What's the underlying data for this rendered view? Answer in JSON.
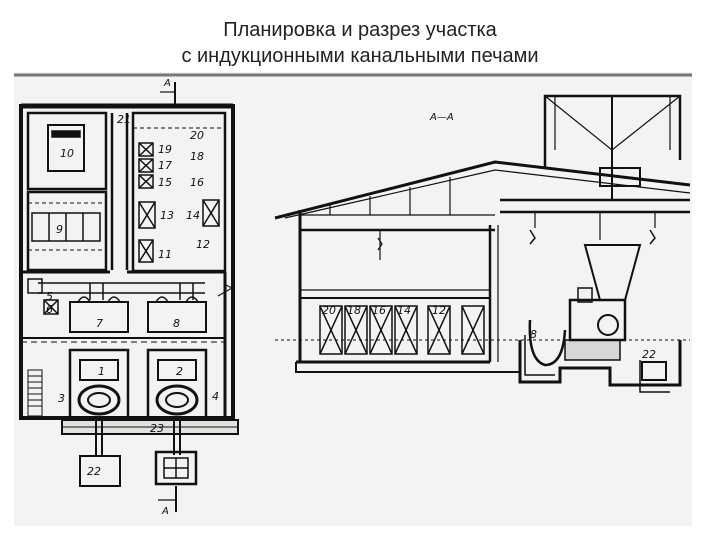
{
  "slide": {
    "title_line1": "Планировка и разрез участка",
    "title_line2": "с индукционными канальными печами"
  },
  "drawing": {
    "section_marks": {
      "top": "A",
      "bottom": "A",
      "section_title": "А—А"
    },
    "plan_labels": {
      "l10": "10",
      "l9": "9",
      "l21": "21",
      "l20": "20",
      "l19": "19",
      "l18": "18",
      "l17": "17",
      "l15": "15",
      "l16": "16",
      "l13": "13",
      "l14": "14",
      "l11": "11",
      "l12": "12",
      "l5": "5",
      "l6": "6",
      "l7": "7",
      "l8": "8",
      "l1": "1",
      "l2": "2",
      "l3": "3",
      "l4": "4",
      "l23": "23",
      "l22": "22"
    },
    "section_labels": {
      "s20": "20",
      "s18": "18",
      "s16": "16",
      "s14": "14",
      "s12": "12",
      "s8": "8",
      "s22": "22"
    }
  }
}
